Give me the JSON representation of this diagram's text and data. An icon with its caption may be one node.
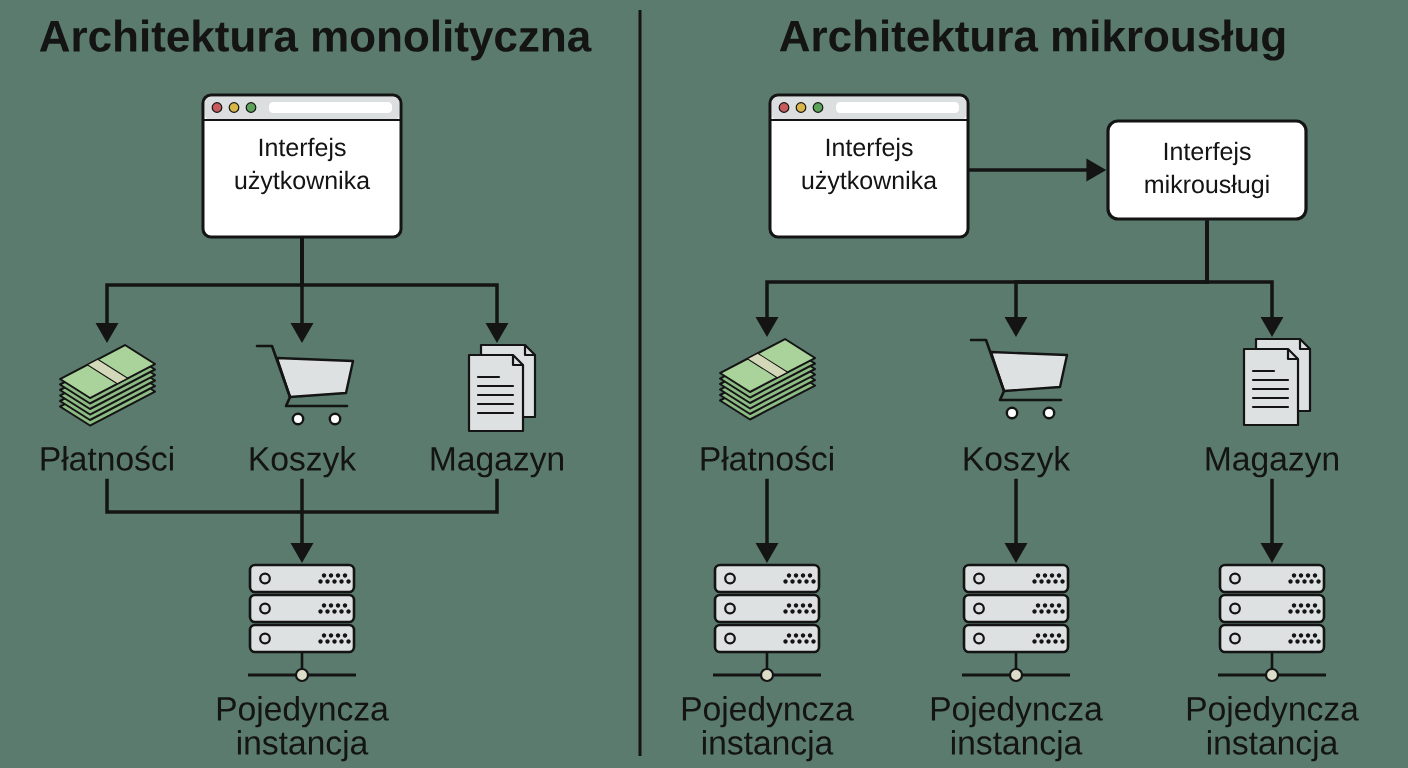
{
  "diagram": {
    "nodes": [
      {
        "text": [
          "Interfejs użytkownika"
        ]
      },
      {
        "text": [
          "Płatności"
        ]
      },
      {
        "text": [
          "Koszyk"
        ]
      },
      {
        "text": [
          "Magazyn"
        ]
      },
      {
        "text": [
          "Pojedyncza instancja"
        ]
      },
      {
        "text": [
          "Interfejs użytkownika"
        ]
      },
      {
        "text": [
          "Interfejs mikrousługi"
        ]
      },
      {
        "text": [
          "Płatności"
        ]
      },
      {
        "text": [
          "Koszyk"
        ]
      },
      {
        "text": [
          "Magazyn"
        ]
      },
      {
        "text": [
          "Pojedyncza instancja"
        ]
      },
      {
        "text": [
          "Pojedyncza instancja"
        ]
      },
      {
        "text": [
          "Pojedyncza instancja"
        ]
      }
    ],
    "edges": [
      {
        "from": 0,
        "to": 1,
        "arrow": "to"
      },
      {
        "from": 0,
        "to": 2,
        "arrow": "to"
      },
      {
        "from": 0,
        "to": 3,
        "arrow": "to"
      },
      {
        "from": 1,
        "to": 4,
        "arrow": "to"
      },
      {
        "from": 2,
        "to": 4,
        "arrow": "to"
      },
      {
        "from": 3,
        "to": 4,
        "arrow": "to"
      },
      {
        "from": 5,
        "to": 6,
        "arrow": "to"
      },
      {
        "from": 6,
        "to": 7,
        "arrow": "to"
      },
      {
        "from": 6,
        "to": 8,
        "arrow": "to"
      },
      {
        "from": 6,
        "to": 9,
        "arrow": "to"
      },
      {
        "from": 7,
        "to": 10,
        "arrow": "to"
      },
      {
        "from": 8,
        "to": 11,
        "arrow": "to"
      },
      {
        "from": 9,
        "to": 12,
        "arrow": "to"
      }
    ],
    "labels": [
      "Architektura monolityczna",
      "Architektura mikrousług"
    ]
  }
}
